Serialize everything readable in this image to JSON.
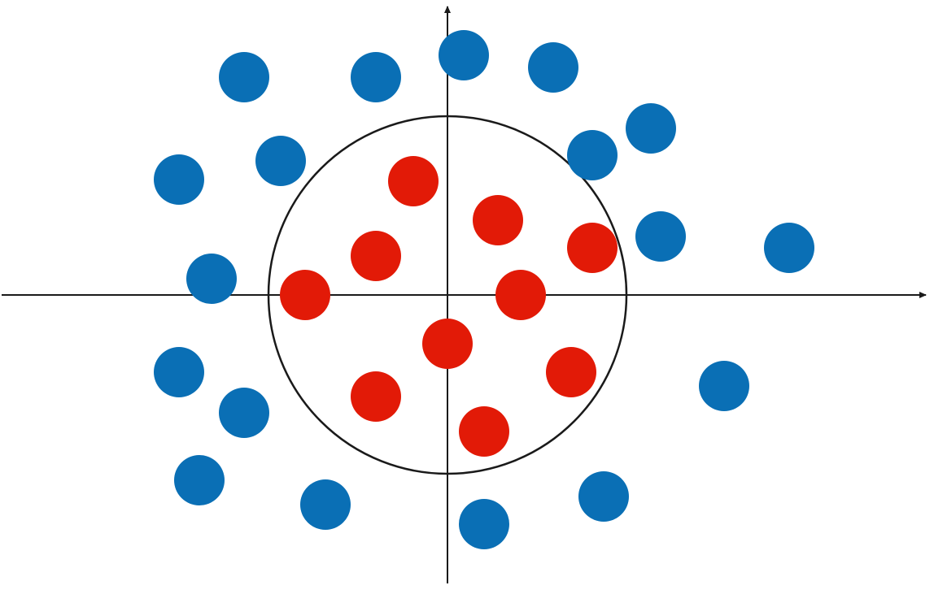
{
  "colors": {
    "background": "#ffffff",
    "axis": "#1a1a1a",
    "boundary": "#1a1a1a",
    "outside_class": "#0a6fb5",
    "inside_class": "#e21a07"
  },
  "chart_data": {
    "type": "scatter",
    "title": "",
    "xlabel": "",
    "ylabel": "",
    "xlim": [
      -5.5,
      6.0
    ],
    "ylim": [
      -3.6,
      3.6
    ],
    "grid": false,
    "legend": "none",
    "decision_boundary": {
      "shape": "circle",
      "center": [
        0,
        0
      ],
      "radius": 2.2
    },
    "series": [
      {
        "color": "#e21a07",
        "points": [
          [
            -0.42,
            1.4
          ],
          [
            0.62,
            0.92
          ],
          [
            -0.88,
            0.48
          ],
          [
            1.78,
            0.58
          ],
          [
            -1.75,
            0.0
          ],
          [
            0.9,
            0.0
          ],
          [
            0.0,
            -0.6
          ],
          [
            1.52,
            -0.95
          ],
          [
            -0.88,
            -1.25
          ],
          [
            0.45,
            -1.68
          ]
        ]
      },
      {
        "color": "#0a6fb5",
        "points": [
          [
            -2.5,
            2.68
          ],
          [
            -0.88,
            2.68
          ],
          [
            0.2,
            2.95
          ],
          [
            1.3,
            2.8
          ],
          [
            2.5,
            2.05
          ],
          [
            1.78,
            1.72
          ],
          [
            -2.05,
            1.65
          ],
          [
            -3.3,
            1.42
          ],
          [
            2.62,
            0.72
          ],
          [
            4.2,
            0.58
          ],
          [
            -2.9,
            0.2
          ],
          [
            -3.3,
            -0.95
          ],
          [
            3.4,
            -1.12
          ],
          [
            -2.5,
            -1.45
          ],
          [
            -3.05,
            -2.28
          ],
          [
            -1.5,
            -2.58
          ],
          [
            0.45,
            -2.82
          ],
          [
            1.92,
            -2.48
          ]
        ]
      }
    ]
  }
}
